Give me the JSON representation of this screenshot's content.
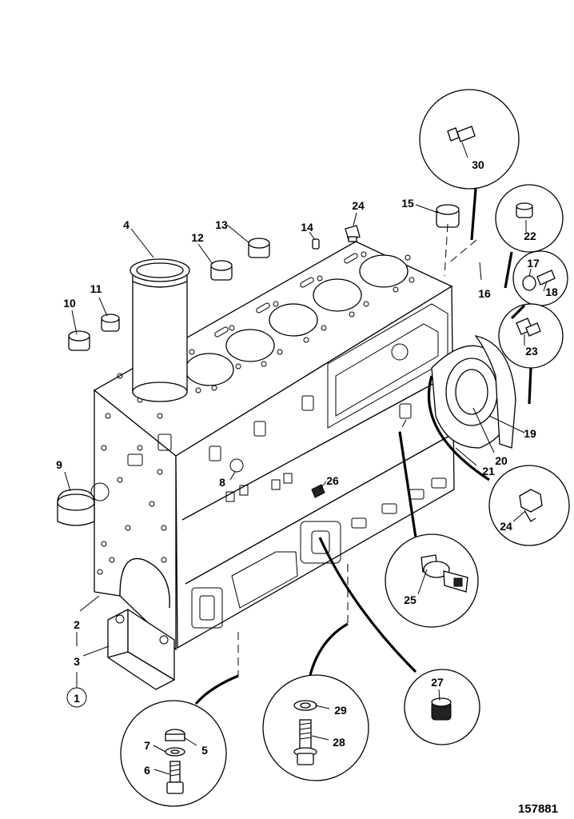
{
  "diagram": {
    "reference_number": "157881",
    "labels": {
      "l1": "1",
      "l2": "2",
      "l3": "3",
      "l4": "4",
      "l5": "5",
      "l6": "6",
      "l7": "7",
      "l8": "8",
      "l9": "9",
      "l10": "10",
      "l11": "11",
      "l12": "12",
      "l13": "13",
      "l14": "14",
      "l15": "15",
      "l16": "16",
      "l17": "17",
      "l18": "18",
      "l19": "19",
      "l20": "20",
      "l21": "21",
      "l22": "22",
      "l23": "23",
      "l24a": "24",
      "l24b": "24",
      "l25": "25",
      "l26": "26",
      "l27": "27",
      "l28": "28",
      "l29": "29",
      "l30": "30"
    }
  }
}
